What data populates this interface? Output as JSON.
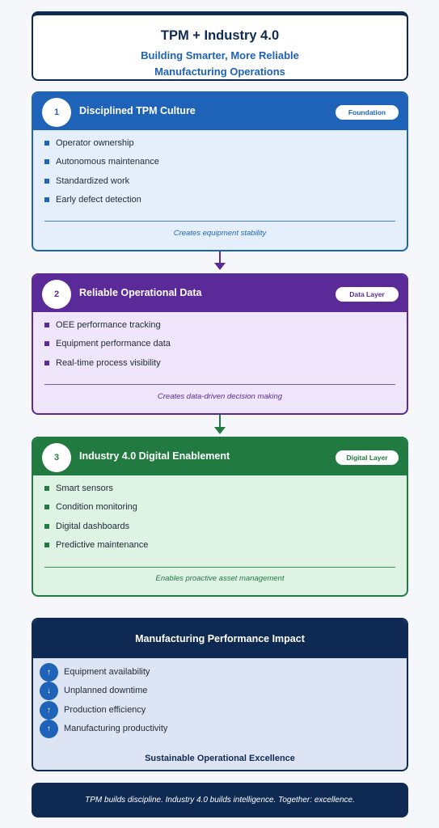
{
  "header": {
    "title": "TPM + Industry 4.0",
    "subtitle_line1": "Building Smarter, More Reliable",
    "subtitle_line2": "Manufacturing Operations"
  },
  "stages": [
    {
      "number": "1",
      "title": "Disciplined TPM Culture",
      "badge": "Foundation",
      "color": "#1e63b8",
      "items": [
        "Operator ownership",
        "Autonomous maintenance",
        "Standardized work",
        "Early defect detection"
      ],
      "outcome": "Creates equipment stability"
    },
    {
      "number": "2",
      "title": "Reliable Operational Data",
      "badge": "Data Layer",
      "color": "#5b2a99",
      "items": [
        "OEE performance tracking",
        "Equipment performance data",
        "Real-time process visibility"
      ],
      "outcome": "Creates data-driven decision making"
    },
    {
      "number": "3",
      "title": "Industry 4.0 Digital Enablement",
      "badge": "Digital Layer",
      "color": "#217a3f",
      "items": [
        "Smart sensors",
        "Condition monitoring",
        "Digital dashboards",
        "Predictive maintenance"
      ],
      "outcome": "Enables proactive asset management"
    }
  ],
  "impact": {
    "title": "Manufacturing Performance Impact",
    "items": [
      {
        "arrow": "↑",
        "label": "Equipment availability"
      },
      {
        "arrow": "↓",
        "label": "Unplanned downtime"
      },
      {
        "arrow": "↑",
        "label": "Production efficiency"
      },
      {
        "arrow": "↑",
        "label": "Manufacturing productivity"
      }
    ],
    "footer": "Sustainable Operational Excellence"
  },
  "footer": {
    "text": "TPM builds discipline. Industry 4.0 builds intelligence. Together: excellence."
  }
}
